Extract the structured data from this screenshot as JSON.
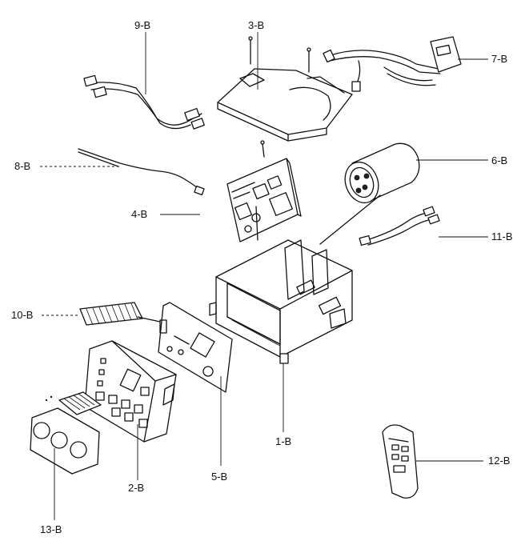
{
  "labels": {
    "p1": "1-B",
    "p2": "2-B",
    "p3": "3-B",
    "p4": "4-B",
    "p5": "5-B",
    "p6": "6-B",
    "p7": "7-B",
    "p8": "8-B",
    "p9": "9-B",
    "p10": "10-B",
    "p11": "11-B",
    "p12": "12-B",
    "p13": "13-B"
  }
}
